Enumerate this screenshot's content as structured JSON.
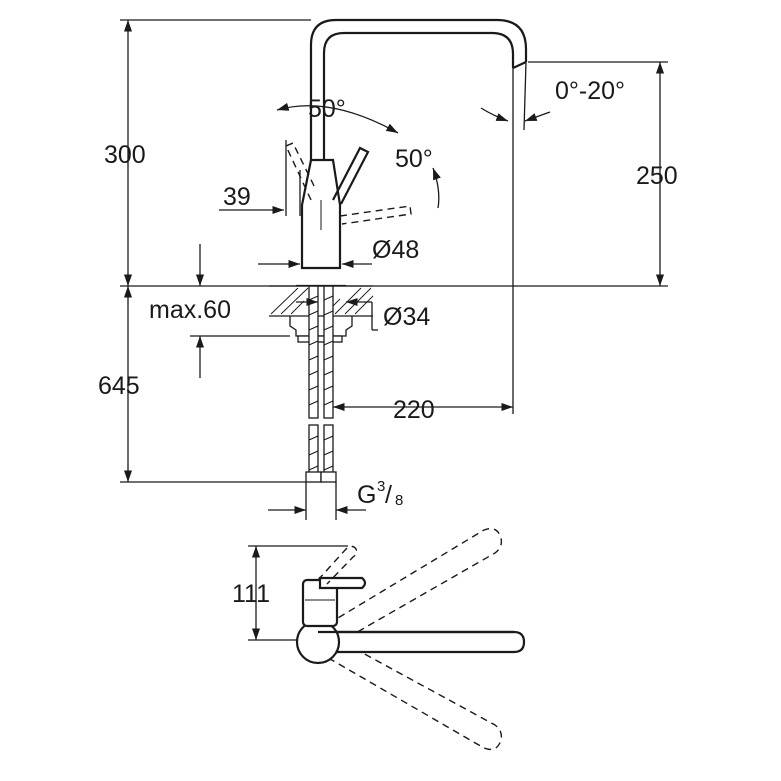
{
  "dimensions": {
    "height_total": "300",
    "height_spout": "250",
    "spout_swivel": "0°-20°",
    "lever_angle_top": "50°",
    "lever_angle_side": "50°",
    "lever_offset": "39",
    "body_diameter": "Ø48",
    "deck_thickness": "max.60",
    "hole_diameter": "Ø34",
    "hose_length": "645",
    "spout_reach": "220",
    "connection_main": "G",
    "connection_num": "3",
    "connection_slash": "/",
    "connection_den": "8",
    "plan_depth": "111"
  }
}
